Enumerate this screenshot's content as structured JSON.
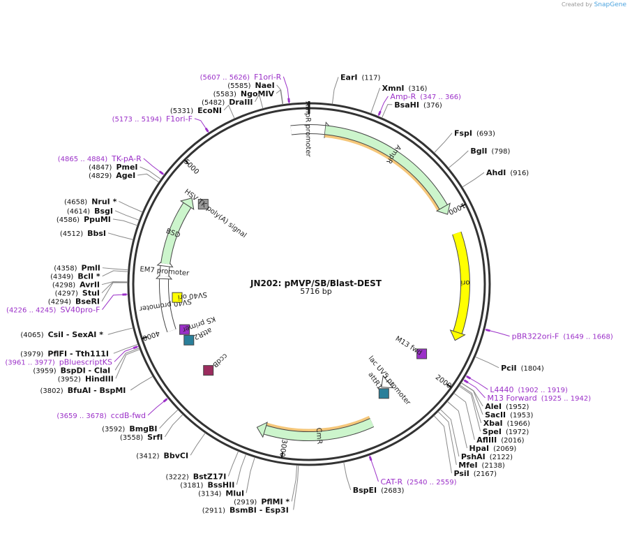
{
  "credit": {
    "prefix": "Created by",
    "brand": "SnapGene"
  },
  "plasmid": {
    "name": "JN202: pMVP/SB/Blast-DEST",
    "length": 5716,
    "size_label": "5716 bp"
  },
  "ticks": [
    {
      "pos": 1000,
      "label": "1000"
    },
    {
      "pos": 2000,
      "label": "2000"
    },
    {
      "pos": 3000,
      "label": "3000"
    },
    {
      "pos": 4000,
      "label": "4000"
    },
    {
      "pos": 5000,
      "label": "5000"
    }
  ],
  "features": [
    {
      "name": "AmpR promoter",
      "start": 5610,
      "end": 95,
      "color": "#ffffff",
      "highlight": false
    },
    {
      "name": "AmpR",
      "start": 96,
      "end": 956,
      "color": "#ccf5cc",
      "highlight": true
    },
    {
      "name": "ori",
      "start": 1127,
      "end": 1715,
      "color": "#ffff00",
      "highlight": false
    },
    {
      "name": "M13 fwd",
      "start": 1925,
      "end": 1941,
      "color": "#9b30c8",
      "highlight": false
    },
    {
      "name": "lac UV5 promoter",
      "start": 2210,
      "end": 2240,
      "color": "#ffffff",
      "highlight": false
    },
    {
      "name": "attR1",
      "start": 2250,
      "end": 2374,
      "color": "#2a7f9a",
      "highlight": false
    },
    {
      "name": "CmR",
      "start": 2470,
      "end": 3125,
      "color": "#ccf5cc",
      "highlight": true
    },
    {
      "name": "ccdB",
      "start": 3490,
      "end": 3795,
      "color": "#9b2c5e",
      "highlight": false
    },
    {
      "name": "attR2",
      "start": 3830,
      "end": 3950,
      "color": "#2a7f9a",
      "highlight": false
    },
    {
      "name": "KS primer",
      "start": 3960,
      "end": 3977,
      "color": "#9b30c8",
      "highlight": false
    },
    {
      "name": "SV40 promoter",
      "start": 3990,
      "end": 4320,
      "color": "#ffffff",
      "highlight": false
    },
    {
      "name": "EM7 promoter",
      "start": 4335,
      "end": 4400,
      "color": "#ffffff",
      "highlight": false
    },
    {
      "name": "BSD",
      "start": 4415,
      "end": 4810,
      "color": "#ccf5cc",
      "highlight": false
    },
    {
      "name": "HSV TK poly(A) signal",
      "start": 4850,
      "end": 4900,
      "color": "#999999",
      "highlight": false
    },
    {
      "name": "SV40 ori",
      "start": 4130,
      "end": 4260,
      "color": "#ffff00",
      "highlight": false
    }
  ],
  "sites": [
    {
      "name": "EarI",
      "pos": "117",
      "kind": "enzyme"
    },
    {
      "name": "XmnI",
      "pos": "316",
      "kind": "enzyme"
    },
    {
      "name": "Amp-R",
      "pos": "347 .. 366",
      "kind": "primer"
    },
    {
      "name": "BsaHI",
      "pos": "376",
      "kind": "enzyme"
    },
    {
      "name": "FspI",
      "pos": "693",
      "kind": "enzyme"
    },
    {
      "name": "BglI",
      "pos": "798",
      "kind": "enzyme"
    },
    {
      "name": "AhdI",
      "pos": "916",
      "kind": "enzyme"
    },
    {
      "name": "pBR322ori-F",
      "pos": "1649 .. 1668",
      "kind": "primer"
    },
    {
      "name": "PciI",
      "pos": "1804",
      "kind": "enzyme"
    },
    {
      "name": "L4440",
      "pos": "1902 .. 1919",
      "kind": "primer"
    },
    {
      "name": "M13 Forward",
      "pos": "1925 .. 1942",
      "kind": "primer"
    },
    {
      "name": "AleI",
      "pos": "1952",
      "kind": "enzyme"
    },
    {
      "name": "SacII",
      "pos": "1953",
      "kind": "enzyme"
    },
    {
      "name": "XbaI",
      "pos": "1966",
      "kind": "enzyme"
    },
    {
      "name": "SpeI",
      "pos": "1972",
      "kind": "enzyme"
    },
    {
      "name": "AflIII",
      "pos": "2016",
      "kind": "enzyme"
    },
    {
      "name": "HpaI",
      "pos": "2069",
      "kind": "enzyme"
    },
    {
      "name": "PshAI",
      "pos": "2122",
      "kind": "enzyme"
    },
    {
      "name": "MfeI",
      "pos": "2138",
      "kind": "enzyme"
    },
    {
      "name": "PsiI",
      "pos": "2167",
      "kind": "enzyme"
    },
    {
      "name": "CAT-R",
      "pos": "2540 .. 2559",
      "kind": "primer"
    },
    {
      "name": "BspEI",
      "pos": "2683",
      "kind": "enzyme"
    },
    {
      "name": "BsmBI  - Esp3I",
      "pos": "2911",
      "kind": "enzyme"
    },
    {
      "name": "PflMI *",
      "pos": "2919",
      "kind": "enzyme"
    },
    {
      "name": "MluI",
      "pos": "3134",
      "kind": "enzyme"
    },
    {
      "name": "BssHII",
      "pos": "3181",
      "kind": "enzyme"
    },
    {
      "name": "BstZ17I",
      "pos": "3222",
      "kind": "enzyme"
    },
    {
      "name": "BbvCI",
      "pos": "3412",
      "kind": "enzyme"
    },
    {
      "name": "SrfI",
      "pos": "3558",
      "kind": "enzyme"
    },
    {
      "name": "BmgBI",
      "pos": "3592",
      "kind": "enzyme"
    },
    {
      "name": "ccdB-fwd",
      "pos": "3659 .. 3678",
      "kind": "primer"
    },
    {
      "name": "BfuAI  - BspMI",
      "pos": "3802",
      "kind": "enzyme"
    },
    {
      "name": "HindIII",
      "pos": "3952",
      "kind": "enzyme"
    },
    {
      "name": "BspDI  - ClaI",
      "pos": "3959",
      "kind": "enzyme"
    },
    {
      "name": "pBluescriptKS",
      "pos": "3961 .. 3977",
      "kind": "primer"
    },
    {
      "name": "PflFI  - Tth111I",
      "pos": "3979",
      "kind": "enzyme"
    },
    {
      "name": "CsiI  - SexAI *",
      "pos": "4065",
      "kind": "enzyme"
    },
    {
      "name": "SV40pro-F",
      "pos": "4226 .. 4245",
      "kind": "primer"
    },
    {
      "name": "BseRI",
      "pos": "4294",
      "kind": "enzyme"
    },
    {
      "name": "StuI",
      "pos": "4297",
      "kind": "enzyme"
    },
    {
      "name": "AvrII",
      "pos": "4298",
      "kind": "enzyme"
    },
    {
      "name": "BclI *",
      "pos": "4349",
      "kind": "enzyme"
    },
    {
      "name": "PmlI",
      "pos": "4358",
      "kind": "enzyme"
    },
    {
      "name": "BbsI",
      "pos": "4512",
      "kind": "enzyme"
    },
    {
      "name": "PpuMI",
      "pos": "4586",
      "kind": "enzyme"
    },
    {
      "name": "BsgI",
      "pos": "4614",
      "kind": "enzyme"
    },
    {
      "name": "NruI *",
      "pos": "4658",
      "kind": "enzyme"
    },
    {
      "name": "AgeI",
      "pos": "4829",
      "kind": "enzyme"
    },
    {
      "name": "PmeI",
      "pos": "4847",
      "kind": "enzyme"
    },
    {
      "name": "TK-pA-R",
      "pos": "4865 .. 4884",
      "kind": "primer"
    },
    {
      "name": "F1ori-F",
      "pos": "5173 .. 5194",
      "kind": "primer"
    },
    {
      "name": "EcoNI",
      "pos": "5331",
      "kind": "enzyme"
    },
    {
      "name": "DraIII",
      "pos": "5482",
      "kind": "enzyme"
    },
    {
      "name": "NgoMIV",
      "pos": "5583",
      "kind": "enzyme"
    },
    {
      "name": "NaeI",
      "pos": "5585",
      "kind": "enzyme"
    },
    {
      "name": "F1ori-R",
      "pos": "5607 .. 5626",
      "kind": "primer"
    }
  ]
}
